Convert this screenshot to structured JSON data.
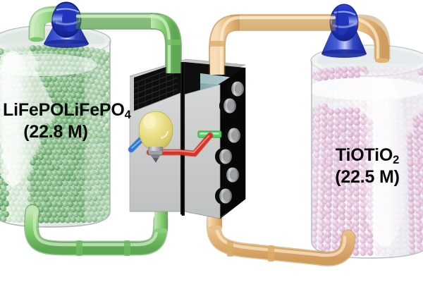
{
  "diagram": {
    "type": "redox-flow-battery-schematic",
    "title_visible": false,
    "tanks": [
      {
        "id": "left-tank",
        "material_formula": "LiFePO",
        "material_subscript": "4",
        "concentration": "(22.8 M)",
        "label_line1": "LiFePO4",
        "label_line2": "(22.8 M)",
        "particle_color": "#4f9a54",
        "particle_shape": "sphere",
        "vessel_color": "#d9e2dd",
        "pipe_color": "#8ed07e",
        "pump_color": "#1f39b8",
        "side": "left",
        "electrode_polarity": "+"
      },
      {
        "id": "right-tank",
        "material_formula": "TiO",
        "material_subscript": "2",
        "concentration": "(22.5 M)",
        "label_line1": "TiO2",
        "label_line2": "(22.5 M)",
        "particle_color": "#d9a8cc",
        "particle_shape": "sphere",
        "vessel_color": "#dde3e4",
        "pipe_color": "#e8c38c",
        "pump_color": "#1f39b8",
        "side": "right",
        "electrode_polarity": "-"
      }
    ],
    "cell_stack": {
      "id": "cell-stack",
      "body_color": "#c9cbcb",
      "side_panel_color": "#0a0a0a",
      "electrode_color": "#111111",
      "membrane_colors": [
        "#8fb3b5",
        "#9aa3a5",
        "#b9c6c8"
      ],
      "port_count": 5,
      "port_color": "#b6b9bb",
      "plus_sign": "+",
      "minus_sign": "-",
      "plus_color": "#3fc24a",
      "minus_color": "#3fc24a"
    },
    "load": {
      "id": "light-bulb",
      "name": "light-bulb",
      "glass_color": "#e8e08a",
      "base_color": "#b9b9b9",
      "lead_positive_color": "#2f6fd0",
      "lead_negative_color": "#d42a22"
    },
    "wires": [
      {
        "name": "positive-wire",
        "color": "#2f6fd0",
        "terminal": "+"
      },
      {
        "name": "negative-wire",
        "color": "#d42a22",
        "terminal": "-"
      }
    ],
    "pipes": [
      {
        "name": "left-top-pipe",
        "color": "#8ed07e"
      },
      {
        "name": "left-bottom-pipe",
        "color": "#8ed07e"
      },
      {
        "name": "right-top-pipe",
        "color": "#e8c38c"
      },
      {
        "name": "right-bottom-pipe",
        "color": "#e8c38c"
      }
    ]
  }
}
